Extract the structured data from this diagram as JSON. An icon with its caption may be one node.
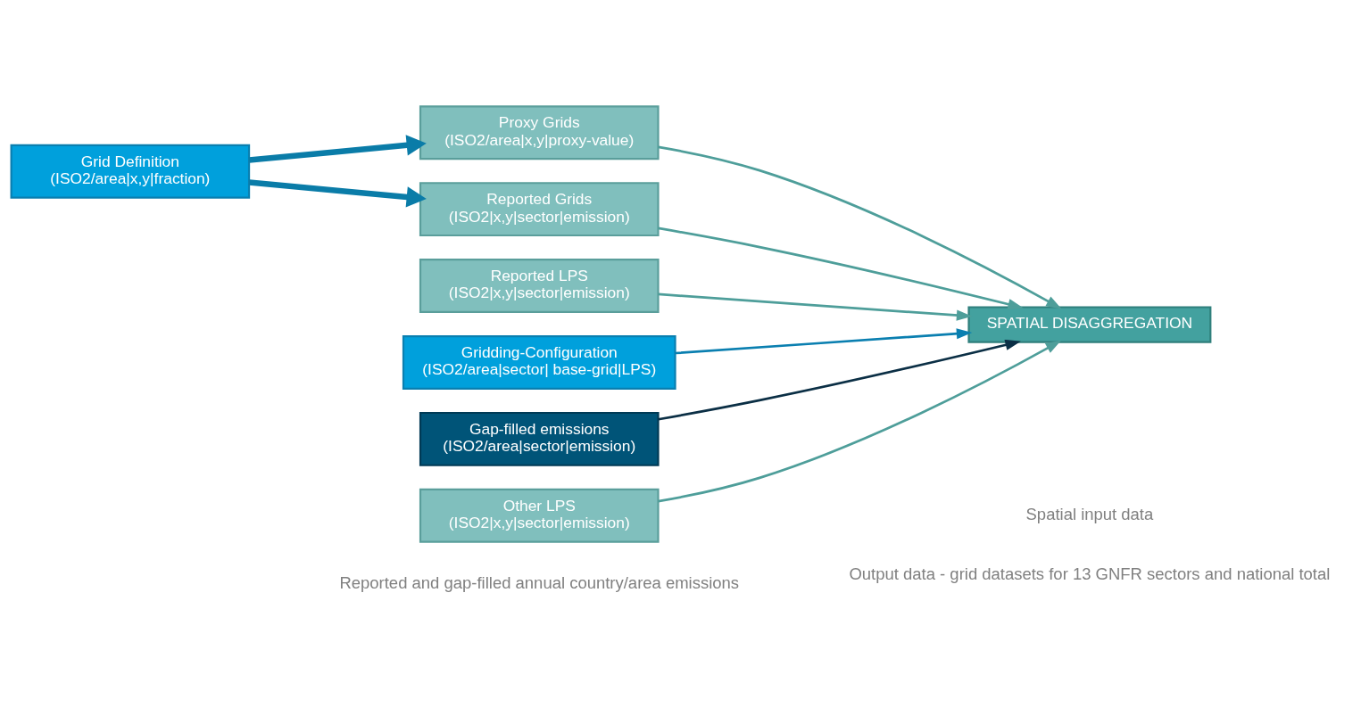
{
  "diagram": {
    "nodes": [
      {
        "text": [
          "Grid Definition",
          "(ISO2/area|x,y|fraction)"
        ]
      },
      {
        "text": [
          "Proxy Grids",
          "(ISO2/area|x,y|proxy-value)"
        ]
      },
      {
        "text": [
          "Reported Grids",
          "(ISO2|x,y|sector|emission)"
        ]
      },
      {
        "text": [
          "Reported LPS",
          "(ISO2|x,y|sector|emission)"
        ]
      },
      {
        "text": [
          "Other LPS",
          "(ISO2|x,y|sector|emission)"
        ]
      },
      {
        "text": [
          "Gridding-Configuration",
          "(ISO2/area|sector| base-grid|LPS)"
        ]
      },
      {
        "text": [
          "Gap-filled emissions",
          "(ISO2/area|sector|emission)"
        ]
      },
      {
        "text": [
          "SPATIAL DISAGGREGATION"
        ]
      }
    ],
    "edges": [
      {
        "from": 0,
        "to": 1,
        "arrow": "to",
        "style": "thick",
        "color": "#0a7ca8"
      },
      {
        "from": 0,
        "to": 2,
        "arrow": "to",
        "style": "thick",
        "color": "#0a7ca8"
      },
      {
        "from": 1,
        "to": 7,
        "arrow": "to"
      },
      {
        "from": 2,
        "to": 7,
        "arrow": "to"
      },
      {
        "from": 3,
        "to": 7,
        "arrow": "to"
      },
      {
        "from": 4,
        "to": 7,
        "arrow": "to"
      },
      {
        "from": 5,
        "to": 7,
        "arrow": "to",
        "color": "#0a7fb0"
      },
      {
        "from": 6,
        "to": 7,
        "arrow": "to",
        "color": "#0b2f45"
      }
    ],
    "labels": [
      "Spatial input data",
      "Output data - grid datasets for 13 GNFR sectors and national total",
      "Reported and gap-filled annual country/area emissions"
    ]
  }
}
